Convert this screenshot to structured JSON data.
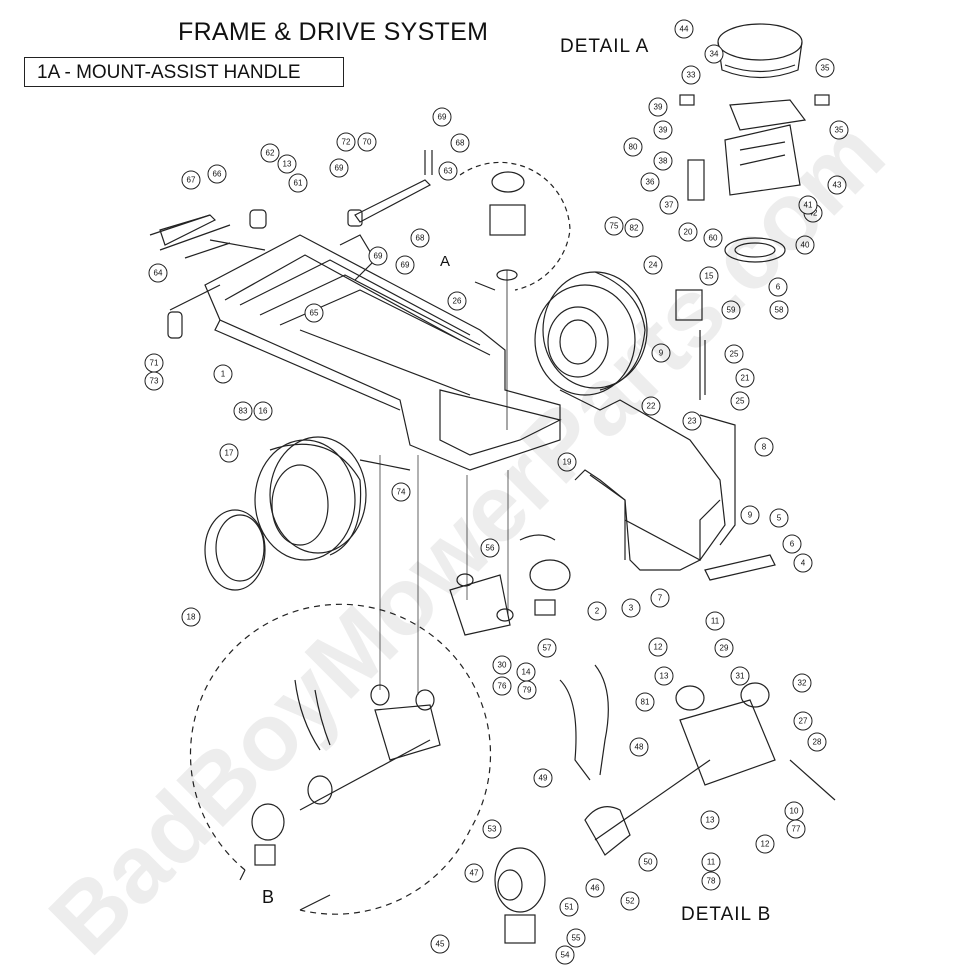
{
  "title": "FRAME & DRIVE SYSTEM",
  "subtitle": "1A - MOUNT-ASSIST HANDLE",
  "detail_a_label": "DETAIL  A",
  "detail_b_label": "DETAIL  B",
  "inset_a_label": "A",
  "inset_b_label": "B",
  "watermark": "BadBoyMowerParts.com",
  "callouts": [
    "44",
    "34",
    "33",
    "35",
    "39",
    "39",
    "35",
    "80",
    "38",
    "36",
    "37",
    "43",
    "42",
    "41",
    "40",
    "20",
    "60",
    "15",
    "6",
    "58",
    "59",
    "24",
    "9",
    "25",
    "21",
    "25",
    "22",
    "23",
    "8",
    "75",
    "82",
    "26",
    "65",
    "67",
    "66",
    "62",
    "13",
    "61",
    "64",
    "71",
    "73",
    "1",
    "72",
    "70",
    "69",
    "68",
    "69",
    "63",
    "68",
    "69",
    "69",
    "83",
    "16",
    "17",
    "18",
    "74",
    "19",
    "9",
    "5",
    "6",
    "4",
    "2",
    "3",
    "7",
    "56",
    "57",
    "30",
    "76",
    "14",
    "79",
    "11",
    "12",
    "13",
    "29",
    "31",
    "32",
    "81",
    "48",
    "49",
    "27",
    "28",
    "10",
    "77",
    "13",
    "12",
    "11",
    "78",
    "50",
    "53",
    "52",
    "46",
    "47",
    "51",
    "55",
    "54",
    "45"
  ]
}
